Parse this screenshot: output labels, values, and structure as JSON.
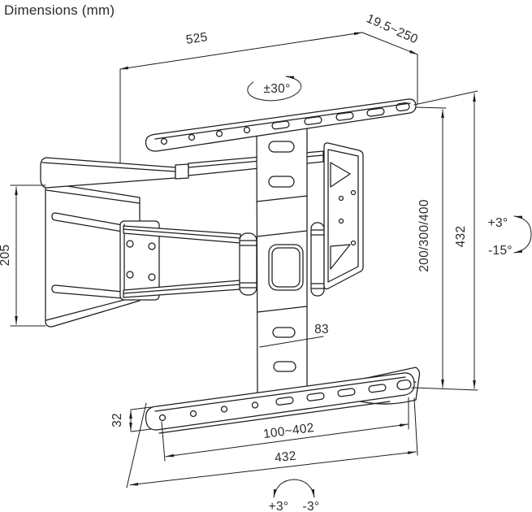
{
  "title": "Dimensions (mm)",
  "colors": {
    "line": "#1c1c1e",
    "text": "#2b2b2e",
    "background": "#ffffff"
  },
  "dimensions": {
    "top_width": "525",
    "depth_range": "19.5~250",
    "swivel_range": "±30°",
    "overall_height": "432",
    "vesa_vertical": "200/300/400",
    "tilt_up": "+3°",
    "tilt_down": "-15°",
    "wall_plate_height": "205",
    "column_width": "83",
    "bar_thickness": "32",
    "hole_span": "100~402",
    "bar_width": "432",
    "level_left": "+3°",
    "level_right": "-3°"
  }
}
